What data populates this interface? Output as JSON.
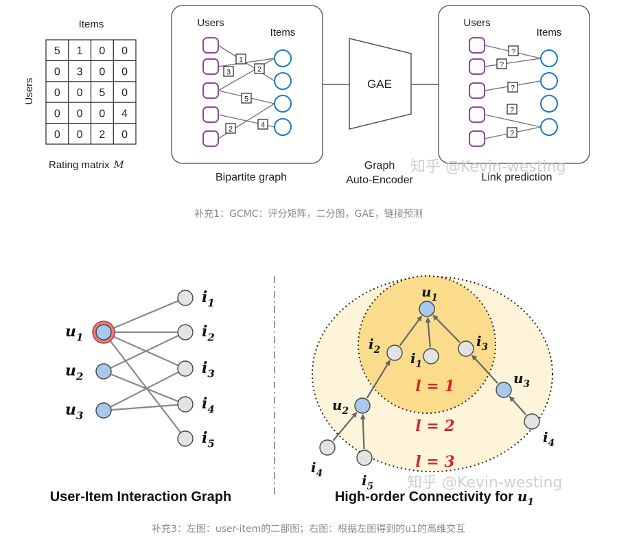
{
  "fig1": {
    "matrix": {
      "rows": [
        [
          "5",
          "1",
          "0",
          "0"
        ],
        [
          "0",
          "3",
          "0",
          "0"
        ],
        [
          "0",
          "0",
          "5",
          "0"
        ],
        [
          "0",
          "0",
          "0",
          "4"
        ],
        [
          "0",
          "0",
          "2",
          "0"
        ]
      ],
      "col_label": "Items",
      "row_label": "Users",
      "caption": "Rating matrix",
      "caption_symbol": "M"
    },
    "bipartite": {
      "users_label": "Users",
      "items_label": "Items",
      "title": "Bipartite graph",
      "edge_labels": [
        "1",
        "3",
        "2",
        "5",
        "2",
        "4"
      ]
    },
    "gae": {
      "box_label": "GAE",
      "label_line1": "Graph",
      "label_line2": "Auto-Encoder"
    },
    "link": {
      "users_label": "Users",
      "items_label": "Items",
      "title": "Link prediction",
      "edge_labels": [
        "?",
        "?",
        "?",
        "?",
        "?"
      ]
    },
    "watermark": "知乎 @Kevin-westing",
    "caption": "补充1：GCMC：评分矩阵，二分图，GAE，链接预测"
  },
  "fig2": {
    "left": {
      "title": "User-Item Interaction Graph",
      "users": [
        {
          "base": "u",
          "sub": "1"
        },
        {
          "base": "u",
          "sub": "2"
        },
        {
          "base": "u",
          "sub": "3"
        }
      ],
      "items": [
        {
          "base": "i",
          "sub": "1"
        },
        {
          "base": "i",
          "sub": "2"
        },
        {
          "base": "i",
          "sub": "3"
        },
        {
          "base": "i",
          "sub": "4"
        },
        {
          "base": "i",
          "sub": "5"
        }
      ]
    },
    "right": {
      "title": "High-order Connectivity for",
      "title_base": "u",
      "title_sub": "1",
      "nodes": {
        "u1": {
          "base": "u",
          "sub": "1"
        },
        "i2": {
          "base": "i",
          "sub": "2"
        },
        "i1": {
          "base": "i",
          "sub": "1"
        },
        "i3": {
          "base": "i",
          "sub": "3"
        },
        "u2": {
          "base": "u",
          "sub": "2"
        },
        "u3": {
          "base": "u",
          "sub": "3"
        },
        "i4a": {
          "base": "i",
          "sub": "4"
        },
        "i5": {
          "base": "i",
          "sub": "5"
        },
        "i4b": {
          "base": "i",
          "sub": "4"
        }
      },
      "levels": [
        "l = 1",
        "l = 2",
        "l = 3"
      ]
    },
    "watermark": "知乎 @Kevin-westing",
    "caption": "补充3：左图：user-item的二部图；右图：根据左图得到的u1的高维交互"
  },
  "colors": {
    "user_node": "#a9c8ee",
    "item_node": "#e3e3e3",
    "purple": "#8a4a9a",
    "blue_ring": "#1a78c2",
    "inner_fill": "#fbdc8c",
    "outer_fill": "#fdf4da",
    "level_text": "#d42a2a",
    "highlight_ring": "#e37c7c"
  }
}
